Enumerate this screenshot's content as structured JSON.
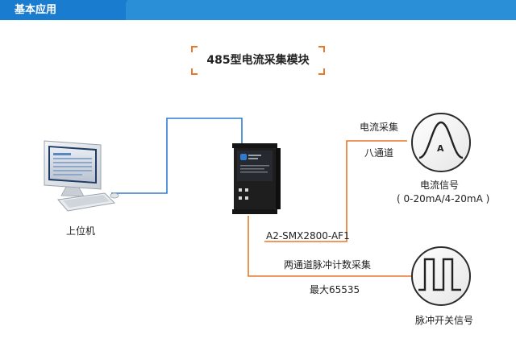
{
  "header": {
    "tab_label": "基本应用"
  },
  "title": "485型电流采集模块",
  "computer_label": "上位机",
  "module": {
    "model": "A2-SMX2800-AF1"
  },
  "current_branch": {
    "line1": "电流采集",
    "line2": "八通道",
    "symbol": "A",
    "signal_label": "电流信号",
    "signal_range": "( 0-20mA/4-20mA )"
  },
  "pulse_branch": {
    "line1": "两通道脉冲计数采集",
    "line2": "最大65535",
    "signal_label": "脉冲开关信号"
  },
  "colors": {
    "header_bar": "#2a8fd6",
    "header_tab": "#1a7ccf",
    "accent_orange": "#e8782a",
    "link_blue": "#2f7bd0",
    "module_body": "#1e1e1e"
  }
}
